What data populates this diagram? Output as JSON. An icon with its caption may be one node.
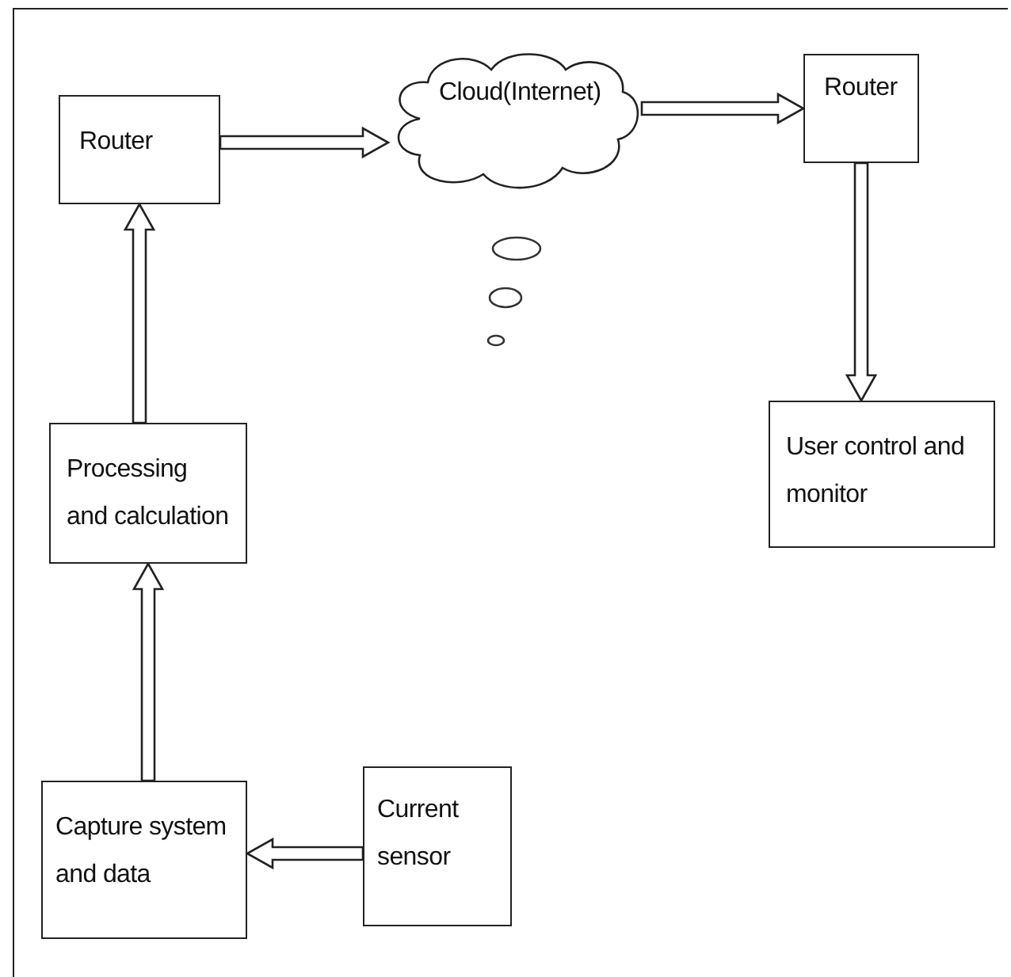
{
  "diagram": {
    "nodes": [
      {
        "text": [
          "Router"
        ]
      },
      {
        "text": [
          "Cloud(Internet)"
        ]
      },
      {
        "text": [
          "Router"
        ]
      },
      {
        "text": [
          "User control and monitor"
        ]
      },
      {
        "text": [
          "Processing and calculation"
        ]
      },
      {
        "text": [
          "Capture system and data"
        ]
      },
      {
        "text": [
          "Current sensor"
        ]
      }
    ],
    "edges": [
      {
        "from": 0,
        "to": 1,
        "arrow": "to"
      },
      {
        "from": 1,
        "to": 2,
        "arrow": "to"
      },
      {
        "from": 2,
        "to": 3,
        "arrow": "to"
      },
      {
        "from": 4,
        "to": 0,
        "arrow": "to"
      },
      {
        "from": 5,
        "to": 4,
        "arrow": "to"
      },
      {
        "from": 6,
        "to": 5,
        "arrow": "to"
      }
    ]
  }
}
